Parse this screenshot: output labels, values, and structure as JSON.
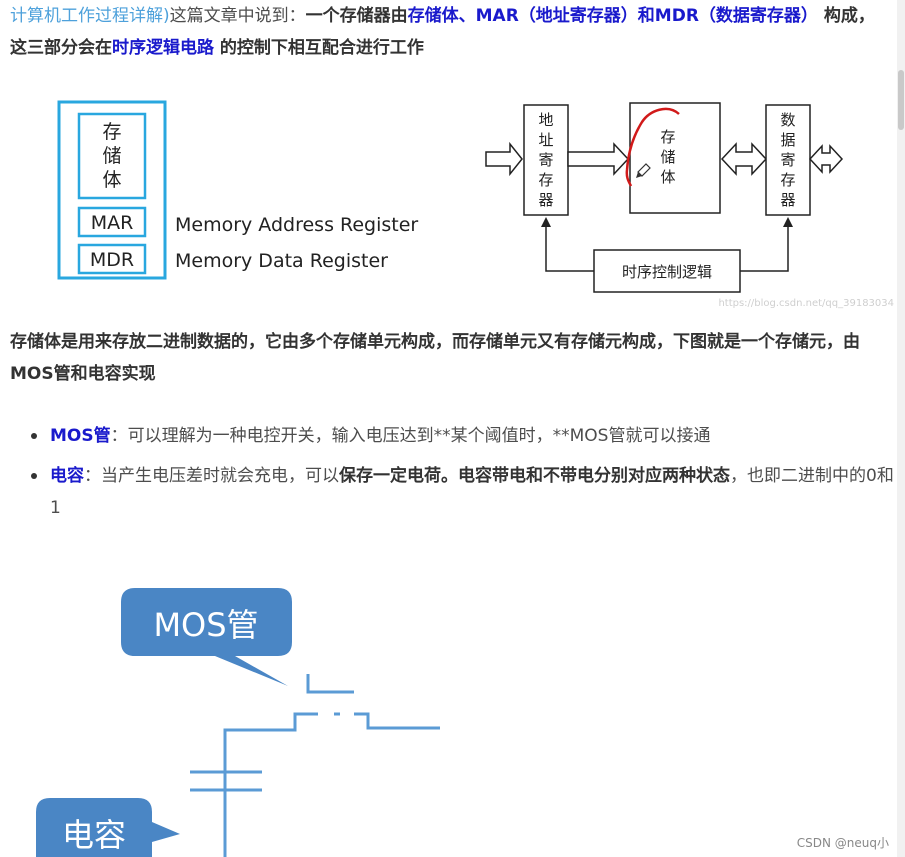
{
  "intro": {
    "link_text": "计算机工作过程详解)",
    "text1": "这篇文章中说到：",
    "bold1": "一个存储器由",
    "blue1": "存储体、MAR（地址寄存器）和MDR（数据寄存器）",
    "bold2": " 构成，这三部分会在",
    "blue2": "时序逻辑电路",
    "bold3": " 的控制下相互配合进行工作"
  },
  "diagram_left": {
    "cell_chars": [
      "存",
      "储",
      "体"
    ],
    "mar": "MAR",
    "mdr": "MDR",
    "mar_desc": "Memory Address Register",
    "mdr_desc": "Memory Data Register"
  },
  "diagram_right": {
    "addr_chars": [
      "地",
      "址",
      "寄",
      "存",
      "器"
    ],
    "storage_chars": [
      "存",
      "储",
      "体"
    ],
    "data_chars": [
      "数",
      "据",
      "寄",
      "存",
      "器"
    ],
    "timing_label": "时序控制逻辑",
    "url_watermark": "https://blog.csdn.net/qq_39183034"
  },
  "para2": "存储体是用来存放二进制数据的，它由多个存储单元构成，而存储单元又有存储元构成，下图就是一个存储元，由MOS管和电容实现",
  "bullets": [
    {
      "term": "MOS管",
      "text": "：可以理解为一种电控开关，输入电压达到**某个阈值时，**MOS管就可以接通"
    },
    {
      "term": "电容",
      "text_before": "：当产生电压差时就会充电，可以",
      "bold": "保存一定电荷。电容带电和不带电分别对应两种状态",
      "text_after": "，也即二进制中的0和1"
    }
  ],
  "circuit": {
    "mos_label": "MOS管",
    "cap_label": "电容",
    "bubble_color": "#4a86c5"
  },
  "watermark": "CSDN @neuq小"
}
